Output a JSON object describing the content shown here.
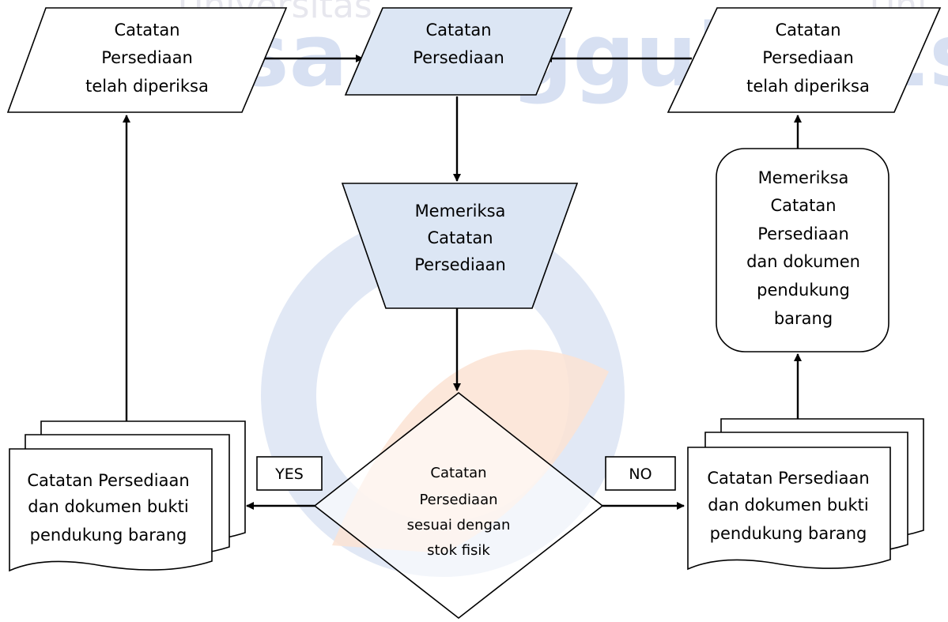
{
  "watermark": {
    "university_text": "Universitas",
    "name_text": "Esa Unggul",
    "right_fragment": "Es",
    "right_small_fragment": "Uni"
  },
  "colors": {
    "white_fill": "#ffffff",
    "blue_fill": "#dce6f4",
    "watermark_blue": "#d7e0f2",
    "watermark_orange": "#fbe3d4"
  },
  "nodes": {
    "input_left": {
      "lines": [
        "Catatan",
        "Persediaan",
        "telah diperiksa"
      ]
    },
    "input_center": {
      "lines": [
        "Catatan",
        "Persediaan"
      ]
    },
    "input_right": {
      "lines": [
        "Catatan",
        "Persediaan",
        "telah diperiksa"
      ]
    },
    "manual_check": {
      "lines": [
        "Memeriksa",
        "Catatan",
        "Persediaan"
      ]
    },
    "decision": {
      "lines": [
        "Catatan",
        "Persediaan",
        "sesuai dengan",
        "stok fisik"
      ]
    },
    "process_right": {
      "lines": [
        "Memeriksa",
        "Catatan",
        "Persediaan",
        "dan dokumen",
        "pendukung",
        "barang"
      ]
    },
    "documents_left": {
      "lines": [
        "Catatan Persediaan",
        "dan dokumen bukti",
        "pendukung barang"
      ]
    },
    "documents_right": {
      "lines": [
        "Catatan Persediaan",
        "dan dokumen bukti",
        "pendukung barang"
      ]
    }
  },
  "labels": {
    "yes": "YES",
    "no": "NO"
  }
}
